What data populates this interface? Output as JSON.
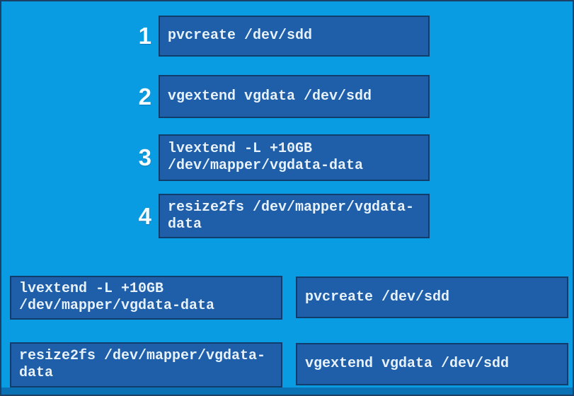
{
  "colors": {
    "background": "#0a9ce2",
    "box_fill": "#1f5ea9",
    "box_border": "#113d6d",
    "outer_border": "#1d4066",
    "bottom_band": "#0a72b4",
    "command_text": "#e6f1fb",
    "number_text": "#f5fbff"
  },
  "answer_slots": [
    {
      "number": "1",
      "command": "pvcreate /dev/sdd"
    },
    {
      "number": "2",
      "command": "vgextend vgdata /dev/sdd"
    },
    {
      "number": "3",
      "command": "lvextend -L +10GB\n/dev/mapper/vgdata-data"
    },
    {
      "number": "4",
      "command": "resize2fs /dev/mapper/vgdata-\ndata"
    }
  ],
  "options": [
    {
      "command": "lvextend -L +10GB\n/dev/mapper/vgdata-data"
    },
    {
      "command": "pvcreate /dev/sdd"
    },
    {
      "command": "resize2fs /dev/mapper/vgdata-\ndata"
    },
    {
      "command": "vgextend vgdata /dev/sdd"
    }
  ]
}
